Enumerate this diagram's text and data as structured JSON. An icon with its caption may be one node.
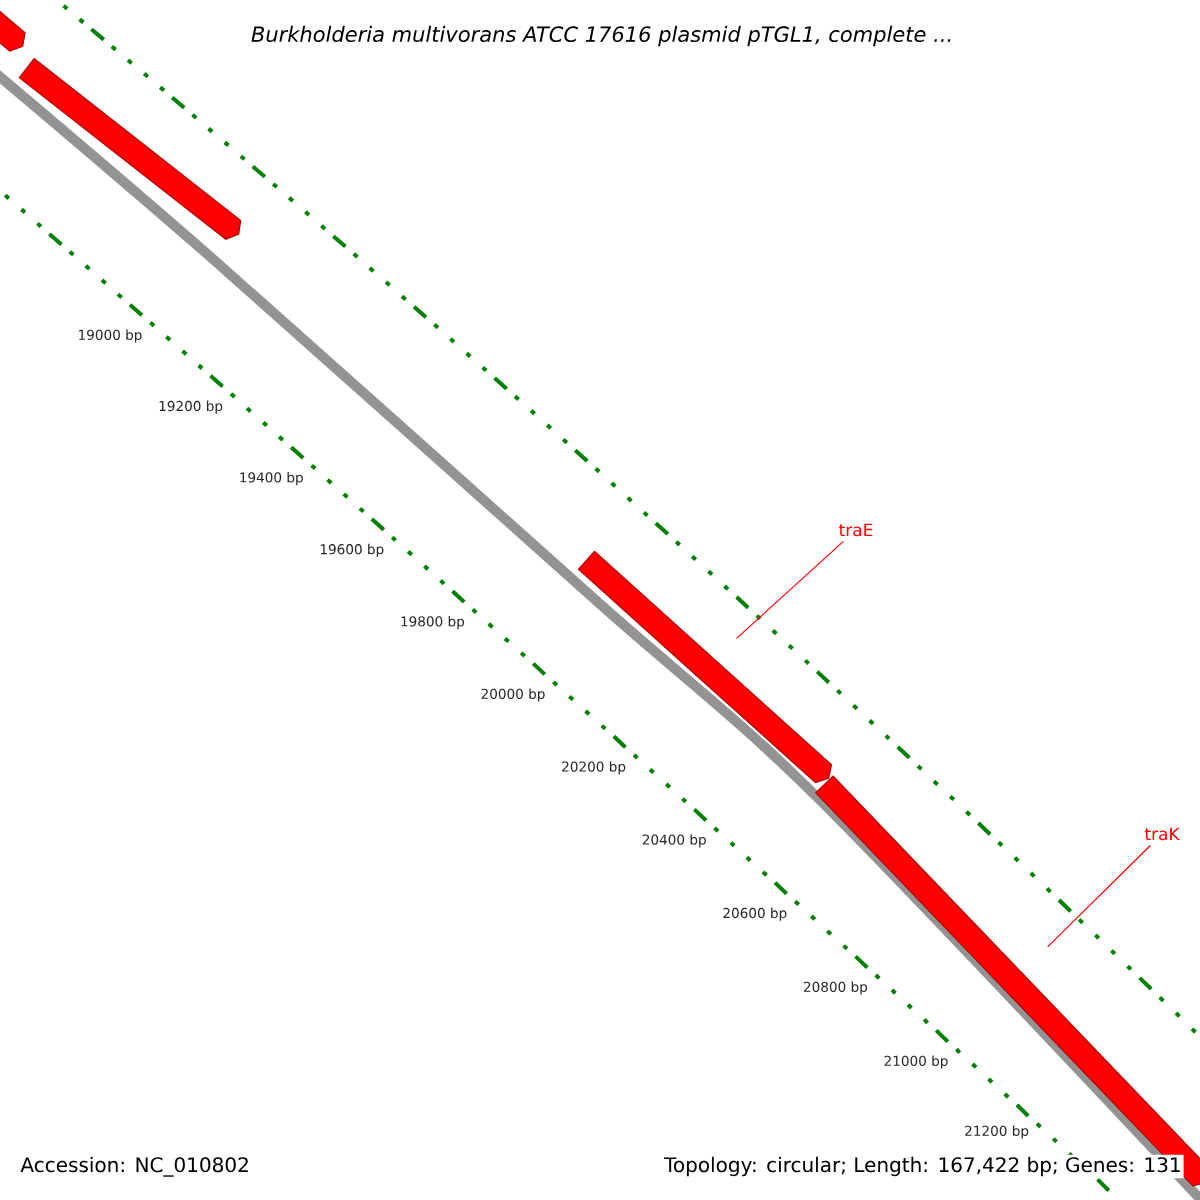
{
  "diagram": {
    "title": "Burkholderia multivorans ATCC 17616 plasmid pTGL1, complete ...",
    "nodes": [
      {
        "text": [],
        "shape": "bar"
      },
      {
        "text": [],
        "shape": "bar"
      },
      {
        "text": [
          "traE"
        ]
      },
      {
        "text": [],
        "shape": "bar"
      },
      {
        "text": [
          "traK"
        ]
      },
      {
        "text": [],
        "shape": "bar"
      }
    ],
    "edges": [
      {
        "from": 2,
        "to": 3,
        "arrow": "none"
      },
      {
        "from": 4,
        "to": 5,
        "arrow": "none"
      }
    ],
    "labels": [
      "19000 bp",
      "19200 bp",
      "19400 bp",
      "19600 bp",
      "19800 bp",
      "20000 bp",
      "20200 bp",
      "20400 bp",
      "20600 bp",
      "20800 bp",
      "21000 bp",
      "21200 bp",
      "Accession: NC_010802",
      "Topology: circular; Length: 167,422 bp; Genes: 131"
    ]
  }
}
